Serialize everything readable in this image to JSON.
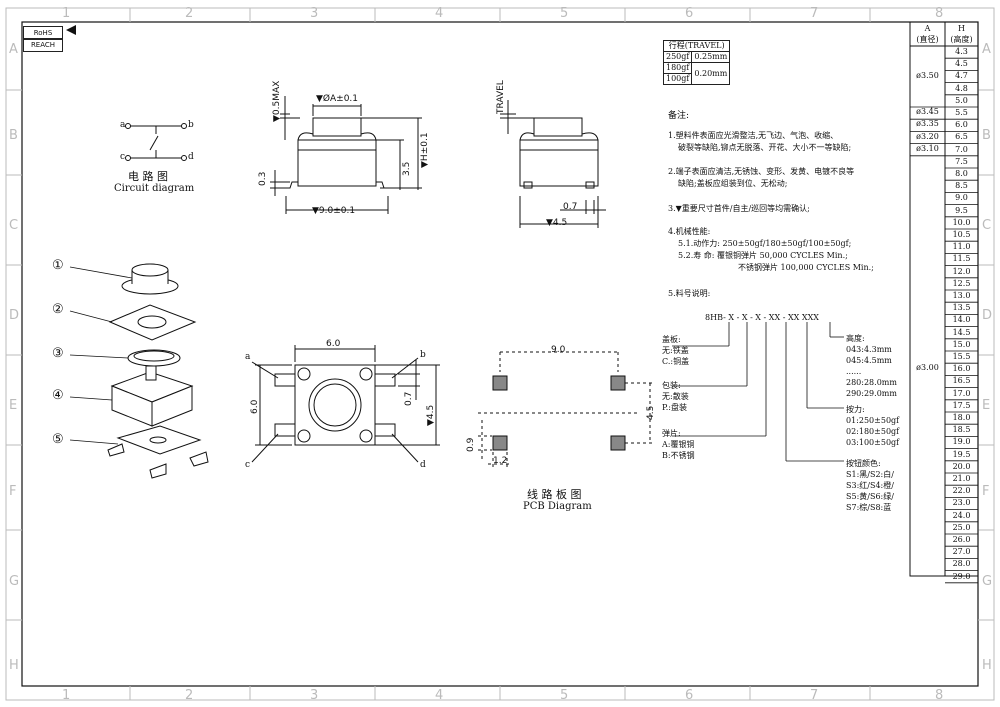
{
  "border": {
    "columns": [
      "1",
      "2",
      "3",
      "4",
      "5",
      "6",
      "7",
      "8"
    ],
    "rows": [
      "A",
      "B",
      "C",
      "D",
      "E",
      "F",
      "G",
      "H"
    ]
  },
  "badges": {
    "rohs": "RoHS",
    "reach": "REACH"
  },
  "circuit": {
    "pins": [
      "a",
      "b",
      "c",
      "d"
    ],
    "title_cn": "电 路 图",
    "title_en": "Circuit diagram"
  },
  "exploded": {
    "labels": [
      "①",
      "②",
      "③",
      "④",
      "⑤"
    ]
  },
  "front_view": {
    "dims": [
      "▼ØA±0.1",
      "▼0.5MAX",
      "0.3",
      "3.5",
      "▼H±0.1",
      "▼9.0±0.1"
    ]
  },
  "side_view": {
    "dims": [
      "TRAVEL",
      "0.7",
      "▼4.5"
    ]
  },
  "top_view": {
    "dims": [
      "6.0",
      "6.0",
      "0.7",
      "▼4.5"
    ],
    "pins": [
      "a",
      "b",
      "c",
      "d"
    ]
  },
  "pcb": {
    "dims": [
      "9.0",
      "4.5",
      "0.9",
      "1.2"
    ],
    "title_cn": "线 路 板 图",
    "title_en": "PCB Diagram"
  },
  "travel_table": {
    "header": "行程(TRAVEL)",
    "rows": [
      [
        "250gf",
        "0.25mm"
      ],
      [
        "180gf",
        "0.20mm"
      ],
      [
        "100gf",
        ""
      ]
    ]
  },
  "notes": {
    "heading": "备注:",
    "items": [
      "1.塑料件表面应光滑整洁,无飞边、气泡、收缩、",
      "破裂等缺陷,铆点无脱落、开花、大小不一等缺陷;",
      "2.端子表面应清洁,无锈蚀、变形、发黄、电镀不良等",
      "缺陷;盖板应组装到位、无松动;",
      "3.▼重要尺寸首件/自主/巡回等均需确认;",
      "4.机械性能:",
      "5.1.动作力: 250±50gf/180±50gf/100±50gf;",
      "5.2.寿  命: 覆银铜弹片  50,000 CYCLES Min.;",
      "不锈钢弹片 100,000 CYCLES Min.;",
      "5.料号说明:"
    ]
  },
  "part_number": {
    "code": "8HB- X - X - X - XX - XX XXX",
    "cover": [
      "盖板:",
      "无:铁盖",
      "C.:铜盖"
    ],
    "pack": [
      "包装:",
      "无:散装",
      "P.:盘装"
    ],
    "spring": [
      "弹片:",
      "A:覆银铜",
      "B:不锈钢"
    ],
    "height": [
      "高度:",
      "043:4.3mm",
      "045:4.5mm",
      "......",
      "280:28.0mm",
      "290:29.0mm"
    ],
    "force": [
      "按力:",
      "01:250±50gf",
      "02:180±50gf",
      "03:100±50gf"
    ],
    "color": [
      "按钮颜色:",
      "S1:黑/S2:白/",
      "S3:红/S4:橙/",
      "S5:黄/S6:绿/",
      "S7:棕/S8:蓝"
    ]
  },
  "size_table": {
    "head_a": "A",
    "head_a2": "(直径)",
    "head_h": "H",
    "head_h2": "(高度)",
    "a_values": [
      "ø3.50",
      "ø3.45",
      "ø3.35",
      "ø3.20",
      "ø3.10",
      "ø3.00"
    ],
    "h_values": [
      "4.3",
      "4.5",
      "4.7",
      "4.8",
      "5.0",
      "5.5",
      "6.0",
      "6.5",
      "7.0",
      "7.5",
      "8.0",
      "8.5",
      "9.0",
      "9.5",
      "10.0",
      "10.5",
      "11.0",
      "11.5",
      "12.0",
      "12.5",
      "13.0",
      "13.5",
      "14.0",
      "14.5",
      "15.0",
      "15.5",
      "16.0",
      "16.5",
      "17.0",
      "17.5",
      "18.0",
      "18.5",
      "19.0",
      "19.5",
      "20.0",
      "21.0",
      "22.0",
      "23.0",
      "24.0",
      "25.0",
      "26.0",
      "27.0",
      "28.0",
      "29.0"
    ]
  }
}
